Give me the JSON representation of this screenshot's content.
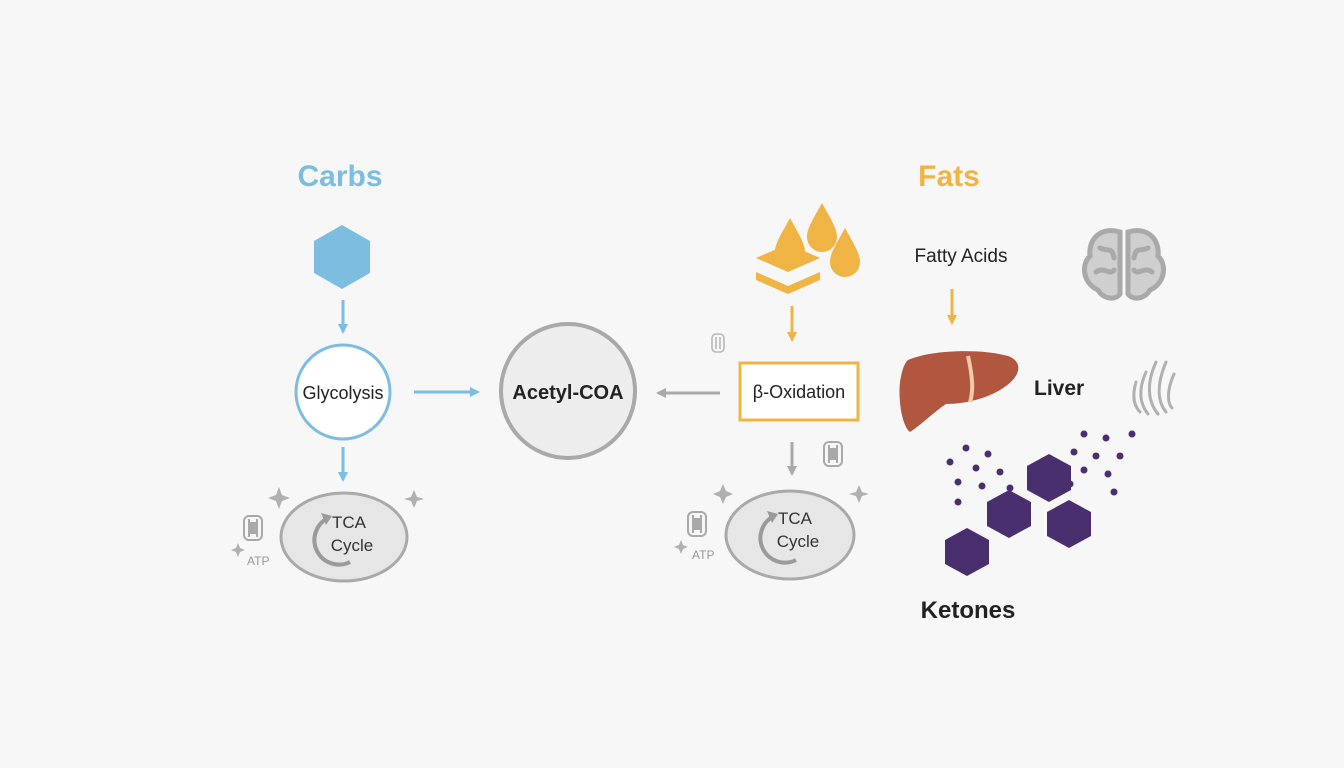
{
  "labels": {
    "carbs": "Carbs",
    "fats": "Fats",
    "glycolysis": "Glycolysis",
    "acetyl_coa": "Acetyl-COA",
    "beta_oxidation": "β-Oxidation",
    "fatty_acids": "Fatty Acids",
    "liver": "Liver",
    "ketones": "Ketones",
    "tca_left_line1": "TCA",
    "tca_left_line2": "Cycle",
    "tca_right_line1": "TCA",
    "tca_right_line2": "Cycle",
    "atp_left": "ATP",
    "atp_right": "ATP"
  },
  "colors": {
    "carbs": "#7dbde0",
    "fats": "#f0b445",
    "neutral": "#a9a9a9",
    "node_fill": "#ececec",
    "liver": "#b2573f",
    "ketone": "#4a2f6e",
    "text": "#222222"
  },
  "icons": {
    "glucose": "hexagon-icon",
    "fat_droplets": "fat-droplets-icon",
    "brain": "brain-icon",
    "liver": "liver-icon",
    "muscle": "muscle-fiber-icon",
    "mitochondria": "mitochondria-icon",
    "sparkle": "sparkle-icon"
  }
}
